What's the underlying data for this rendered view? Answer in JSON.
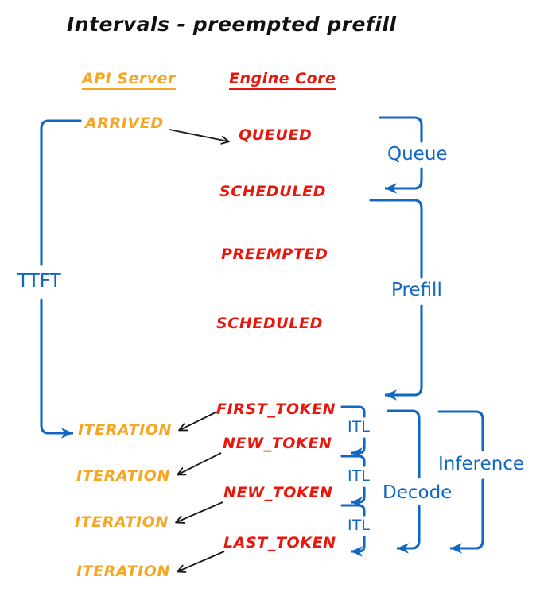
{
  "diagram": {
    "title": "Intervals - preempted prefill",
    "colors": {
      "api_server": "#F5A623",
      "engine_core": "#E8170D",
      "interval": "#1167C4",
      "arrow": "#1a1a1a",
      "background": "#ffffff"
    },
    "columns": [
      {
        "id": "api-server",
        "label": "API Server",
        "color": "#F5A623"
      },
      {
        "id": "engine-core",
        "label": "Engine Core",
        "color": "#E8170D"
      }
    ],
    "api_server_events": [
      {
        "id": "arrived",
        "label": "ARRIVED"
      },
      {
        "id": "iteration-1",
        "label": "ITERATION"
      },
      {
        "id": "iteration-2",
        "label": "ITERATION"
      },
      {
        "id": "iteration-3",
        "label": "ITERATION"
      },
      {
        "id": "iteration-4",
        "label": "ITERATION"
      }
    ],
    "engine_core_events": [
      {
        "id": "queued",
        "label": "QUEUED"
      },
      {
        "id": "scheduled-1",
        "label": "SCHEDULED"
      },
      {
        "id": "preempted",
        "label": "PREEMPTED"
      },
      {
        "id": "scheduled-2",
        "label": "SCHEDULED"
      },
      {
        "id": "first-token",
        "label": "FIRST_TOKEN"
      },
      {
        "id": "new-token-1",
        "label": "NEW_TOKEN"
      },
      {
        "id": "new-token-2",
        "label": "NEW_TOKEN"
      },
      {
        "id": "last-token",
        "label": "LAST_TOKEN"
      }
    ],
    "intervals": [
      {
        "id": "ttft",
        "label": "TTFT"
      },
      {
        "id": "queue",
        "label": "Queue"
      },
      {
        "id": "prefill",
        "label": "Prefill"
      },
      {
        "id": "itl-1",
        "label": "ITL"
      },
      {
        "id": "itl-2",
        "label": "ITL"
      },
      {
        "id": "itl-3",
        "label": "ITL"
      },
      {
        "id": "decode",
        "label": "Decode"
      },
      {
        "id": "inference",
        "label": "Inference"
      }
    ]
  }
}
